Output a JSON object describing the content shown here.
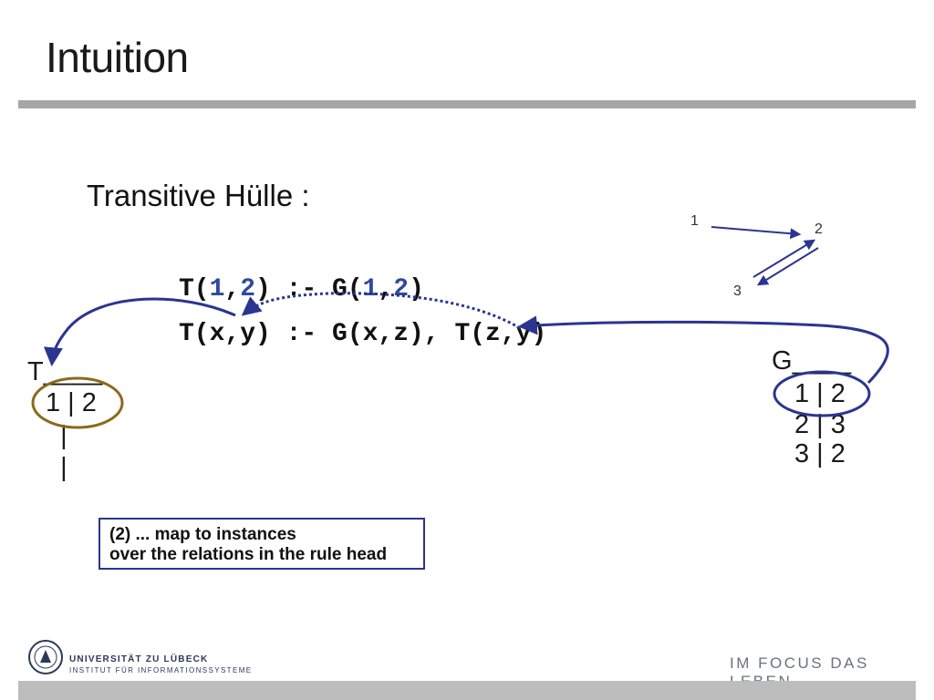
{
  "slide": {
    "title": "Intuition",
    "subtitle": "Transitive Hülle :",
    "rule1": {
      "head": "T(",
      "a": "1",
      "comma": ",",
      "b": "2",
      "mid": ") :- G(",
      "c": "1",
      "comma2": ",",
      "d": "2",
      "end": ")"
    },
    "rule2": "T(x,y) :- G(x,z), T(z,y)",
    "note": {
      "line1": "(2) ... map to instances",
      "line2": "over the relations in the rule head"
    }
  },
  "relation_T": {
    "name": "T",
    "underline": "____",
    "rows": [
      "1 | 2",
      "  |",
      "  |"
    ]
  },
  "relation_G": {
    "name": "G",
    "underline": "____",
    "rows": [
      "1 | 2",
      "2 | 3",
      "3 | 2"
    ]
  },
  "graph": {
    "nodes": [
      "1",
      "2",
      "3"
    ]
  },
  "footer": {
    "university": "UNIVERSITÄT ZU LÜBECK",
    "institute": "INSTITUT FÜR INFORMATIONSSYSTEME",
    "motto": "IM FOCUS DAS LEBEN"
  },
  "colors": {
    "accent": "#2b3590",
    "highlight": "#8b6a1a",
    "bar": "#a6a6a6"
  }
}
